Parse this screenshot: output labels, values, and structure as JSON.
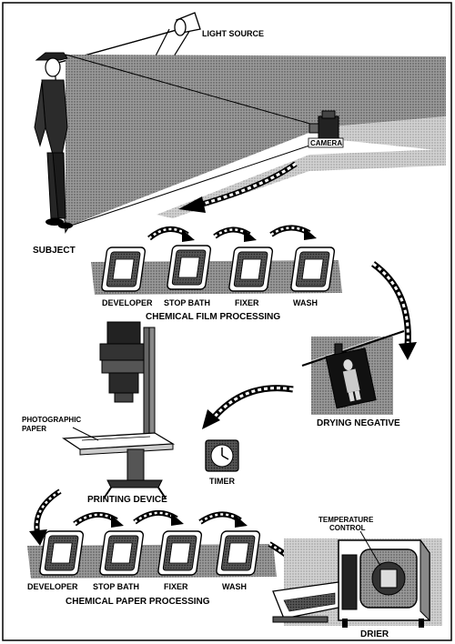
{
  "labels": {
    "light_source": "LIGHT SOURCE",
    "camera": "CAMERA",
    "subject": "SUBJECT",
    "film_developer": "DEVELOPER",
    "film_stop_bath": "STOP BATH",
    "film_fixer": "FIXER",
    "film_wash": "WASH",
    "film_processing": "CHEMICAL FILM PROCESSING",
    "drying_negative": "DRYING NEGATIVE",
    "photographic_paper_line1": "PHOTOGRAPHIC",
    "photographic_paper_line2": "PAPER",
    "printing_device": "PRINTING DEVICE",
    "timer": "TIMER",
    "temperature_line1": "TEMPERATURE",
    "temperature_line2": "CONTROL",
    "paper_developer": "DEVELOPER",
    "paper_stop_bath": "STOP BATH",
    "paper_fixer": "FIXER",
    "paper_wash": "WASH",
    "paper_processing": "CHEMICAL PAPER PROCESSING",
    "drier": "DRIER"
  },
  "colors": {
    "ink": "#000000",
    "paper": "#ffffff",
    "shade": "#6e6e6e",
    "shade_dark": "#3a3a3a",
    "shade_light": "#b4b4b4"
  }
}
